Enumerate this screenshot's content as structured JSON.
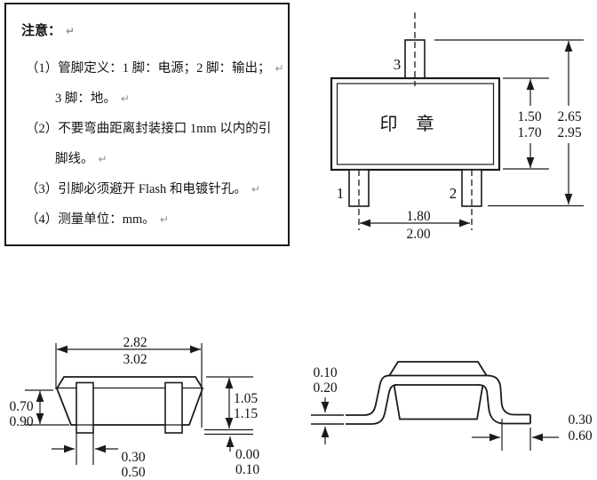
{
  "notes": {
    "title": "注意：",
    "title_mark": "↵",
    "items": [
      {
        "text": "（1）管脚定义：1 脚：电源；2 脚：输出；",
        "mark": "↵"
      },
      {
        "text": "3 脚：地。",
        "mark": "↵"
      },
      {
        "text": "（2）不要弯曲距离封装接口 1mm 以内的引",
        "mark": ""
      },
      {
        "text": "脚线。",
        "mark": "↵"
      },
      {
        "text": "（3）引脚必须避开 Flash 和电镀针孔。",
        "mark": "↵"
      },
      {
        "text": "（4）测量单位：mm。",
        "mark": "↵"
      }
    ]
  },
  "top_view": {
    "marking": "印 章",
    "pin1": "1",
    "pin2": "2",
    "pin3": "3",
    "dim_body_height": {
      "min": "1.50",
      "max": "1.70"
    },
    "dim_total_height": {
      "min": "2.65",
      "max": "2.95"
    },
    "dim_pin_pitch": {
      "min": "1.80",
      "max": "2.00"
    }
  },
  "front_view": {
    "dim_body_width": {
      "min": "2.82",
      "max": "3.02"
    },
    "dim_lead_height": {
      "min": "0.70",
      "max": "0.90"
    },
    "dim_body_height": {
      "min": "1.05",
      "max": "1.15"
    },
    "dim_standoff": {
      "min": "0.00",
      "max": "0.10"
    },
    "dim_lead_width": {
      "min": "0.30",
      "max": "0.50"
    }
  },
  "side_view": {
    "dim_lead_thickness": {
      "min": "0.10",
      "max": "0.20"
    },
    "dim_foot_length": {
      "min": "0.30",
      "max": "0.60"
    }
  }
}
